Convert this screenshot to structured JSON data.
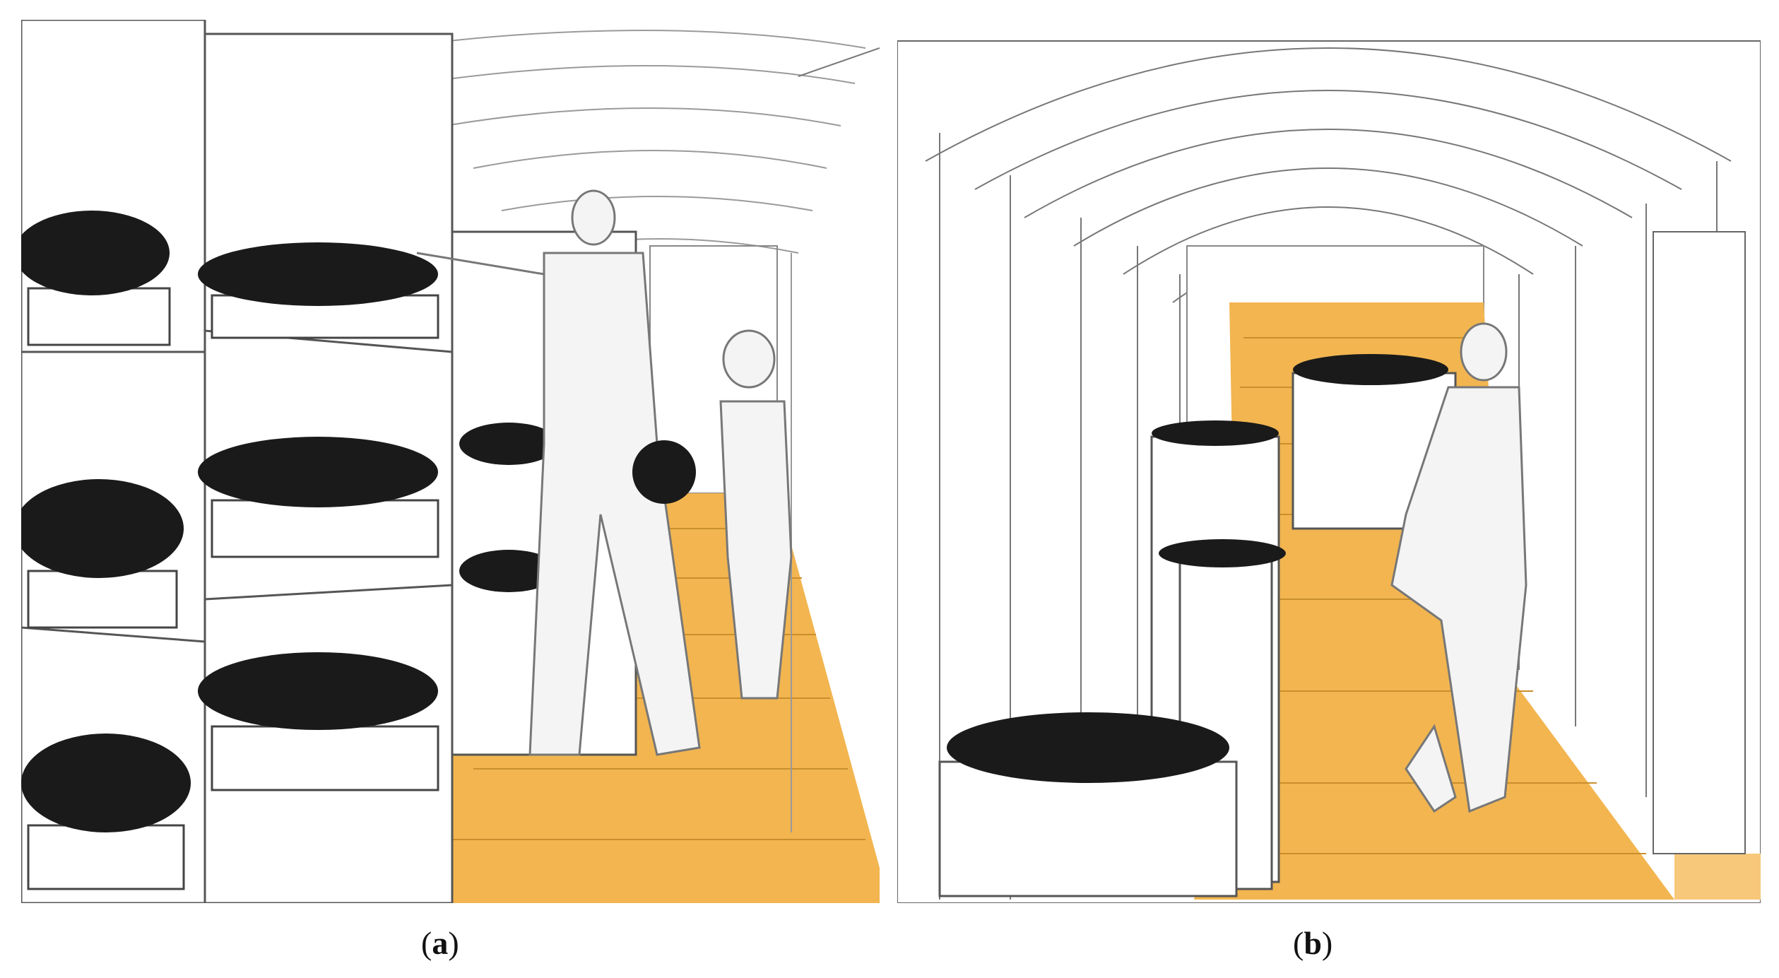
{
  "figure": {
    "panels": [
      {
        "id": "a",
        "label": "a"
      },
      {
        "id": "b",
        "label": "b"
      }
    ]
  },
  "colors": {
    "floor": "#F2B550",
    "floor_light": "#F7C879",
    "line": "#6d6d6d",
    "plant": "#1a1a1a",
    "background": "#ffffff"
  }
}
